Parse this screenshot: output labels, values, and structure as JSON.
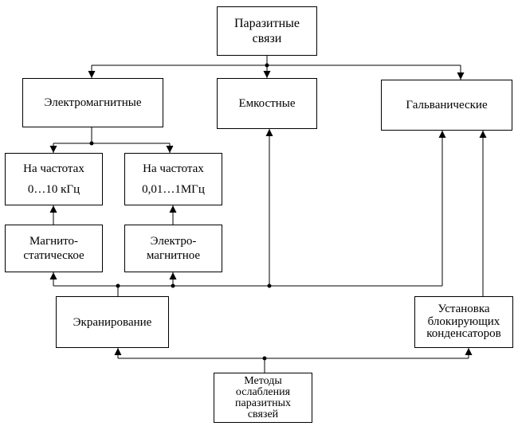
{
  "diagram": {
    "root": "Паразитные\nсвязи",
    "electromagnetic": "Электромагнитные",
    "capacitive": "Емкостные",
    "galvanic": "Гальванические",
    "freq_low": "На частотах\n0…10 кГц",
    "freq_high": "На частотах\n0,01…1МГц",
    "magnetostatic": "Магнито-\nстатическое",
    "electromagnetic_field": "Электро-\nмагнитное",
    "shielding": "Экранирование",
    "capacitors": "Установка\nблокирующих\nконденсаторов",
    "methods": "Методы\nослабления\nпаразитных\nсвязей"
  }
}
